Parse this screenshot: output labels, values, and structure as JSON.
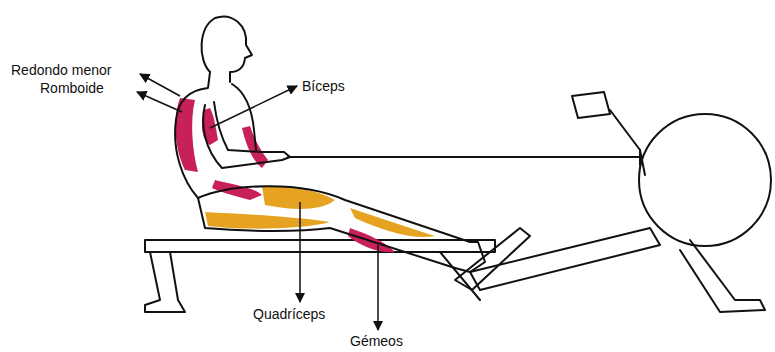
{
  "diagram": {
    "labels": [
      "Redondo menor",
      "Romboide",
      "Bíceps",
      "Quadríceps",
      "Gémeos"
    ]
  }
}
